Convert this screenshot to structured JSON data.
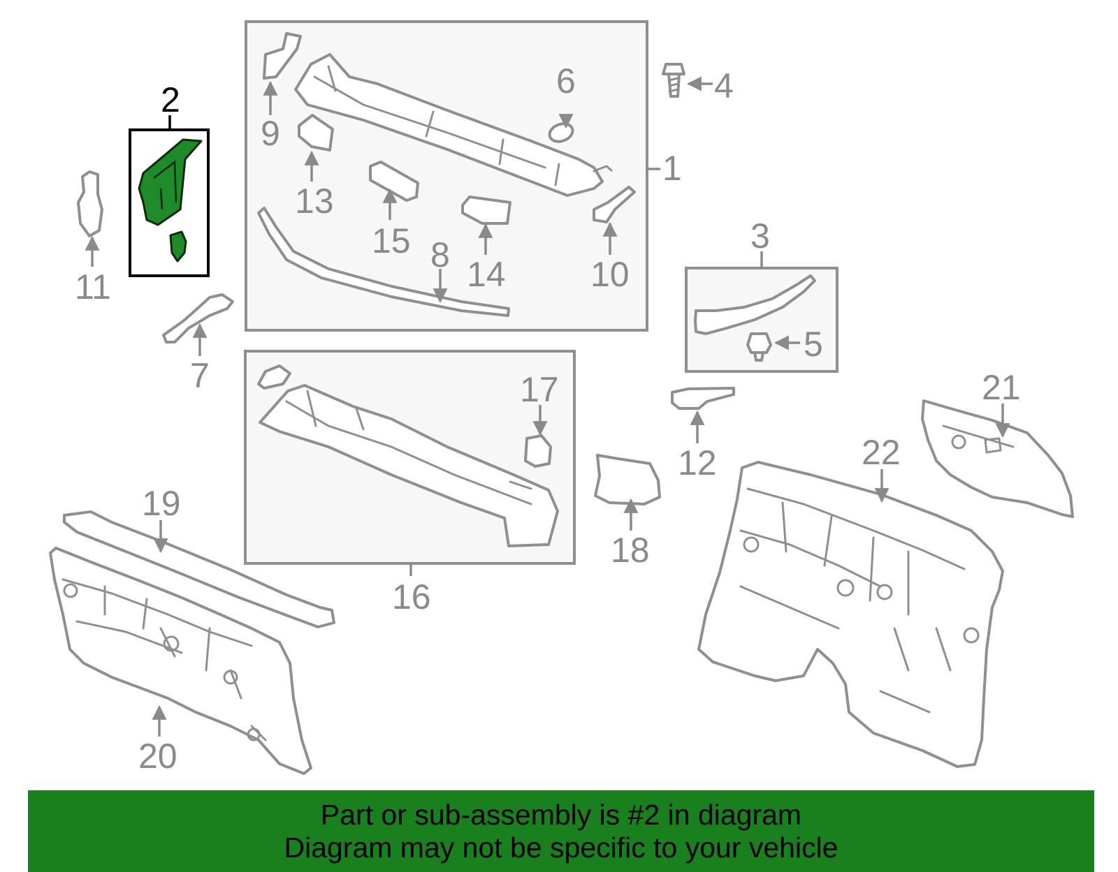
{
  "labels": {
    "p1": "1",
    "p2": "2",
    "p3": "3",
    "p4": "4",
    "p5": "5",
    "p6": "6",
    "p7": "7",
    "p8": "8",
    "p9": "9",
    "p10": "10",
    "p11": "11",
    "p12": "12",
    "p13": "13",
    "p14": "14",
    "p15": "15",
    "p16": "16",
    "p17": "17",
    "p18": "18",
    "p19": "19",
    "p20": "20",
    "p21": "21",
    "p22": "22"
  },
  "highlight_part": "2",
  "colors": {
    "highlight_fill": "#1f8a2a",
    "banner_bg": "#1a7f1f",
    "part_stroke": "#8f8f8f",
    "label_gray": "#8a8a8a"
  },
  "banner": {
    "line1": "Part or sub-assembly is #2 in diagram",
    "line2": "Diagram may not be specific to your vehicle"
  }
}
